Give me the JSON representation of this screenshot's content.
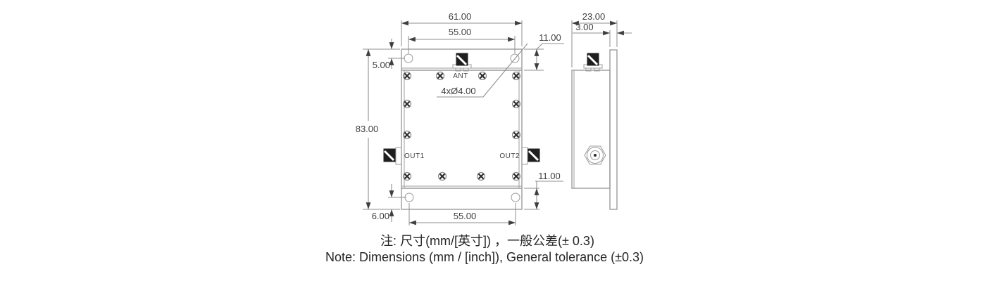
{
  "front_view": {
    "dim_width_top": "61.00",
    "dim_hole_span_top": "55.00",
    "dim_flange_height_top": "11.00",
    "dim_hole_offset_top": "5.00",
    "dim_total_height": "83.00",
    "dim_hole_offset_bottom": "6.00",
    "dim_hole_span_bottom": "55.00",
    "dim_flange_height_bottom": "11.00",
    "dim_mounting_holes": "4xØ4.00",
    "label_ant": "ANT",
    "label_out1": "OUT1",
    "label_out2": "OUT2"
  },
  "side_view": {
    "dim_depth": "23.00",
    "dim_flange_thickness": "3.00"
  },
  "notes": {
    "line1_zh": "注: 尺寸(mm/[英寸]) ，一般公差(± 0.3)",
    "line2_en": "Note: Dimensions (mm / [inch]), General tolerance (±0.3)"
  },
  "colors": {
    "line": "#9c9c9c",
    "dim_line": "#8f8f8f",
    "arrow": "#3f3f3f",
    "text": "#3f3f3f",
    "dark_fill": "#1f1f1f",
    "note_text": "#262626",
    "background": "#ffffff"
  }
}
